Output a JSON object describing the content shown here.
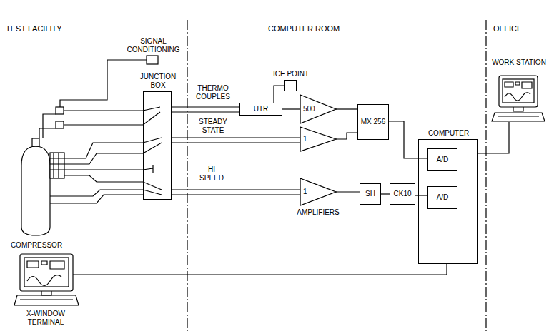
{
  "diagram": {
    "nodes": [
      {
        "text": [
          "JUNCTION BOX"
        ]
      },
      {
        "text": [
          "ICE POINT"
        ]
      },
      {
        "text": [
          "UTR"
        ]
      },
      {
        "text": [
          "500"
        ]
      },
      {
        "text": [
          "1"
        ]
      },
      {
        "text": [
          "1"
        ]
      },
      {
        "text": [
          "MX 256"
        ]
      },
      {
        "text": [
          "SH"
        ]
      },
      {
        "text": [
          "CK10"
        ]
      },
      {
        "text": [
          "COMPUTER"
        ]
      },
      {
        "text": [
          "A/D"
        ],
        "in": 9
      },
      {
        "text": [
          "A/D"
        ],
        "in": 9
      }
    ],
    "edges": [
      {
        "from": 0,
        "to": 2,
        "arrow": "none"
      },
      {
        "from": 1,
        "to": 2,
        "arrow": "none"
      },
      {
        "from": 2,
        "to": 3,
        "arrow": "none"
      },
      {
        "from": 0,
        "to": 4,
        "arrow": "none"
      },
      {
        "from": 0,
        "to": 5,
        "arrow": "none"
      },
      {
        "from": 3,
        "to": 6,
        "arrow": "none"
      },
      {
        "from": 4,
        "to": 6,
        "arrow": "none"
      },
      {
        "from": 5,
        "to": 7,
        "arrow": "none"
      },
      {
        "from": 7,
        "to": 8,
        "arrow": "none"
      },
      {
        "from": 8,
        "to": 11,
        "arrow": "none"
      },
      {
        "from": 6,
        "to": 10,
        "arrow": "none"
      }
    ],
    "labels": [
      "TEST FACILITY",
      "COMPUTER ROOM",
      "OFFICE",
      "SIGNAL CONDITIONING",
      "WORK STATION",
      "THERMO COUPLES",
      "STEADY STATE",
      "HI SPEED",
      "AMPLIFIERS",
      "COMPRESSOR",
      "X-WINDOW TERMINAL"
    ]
  }
}
